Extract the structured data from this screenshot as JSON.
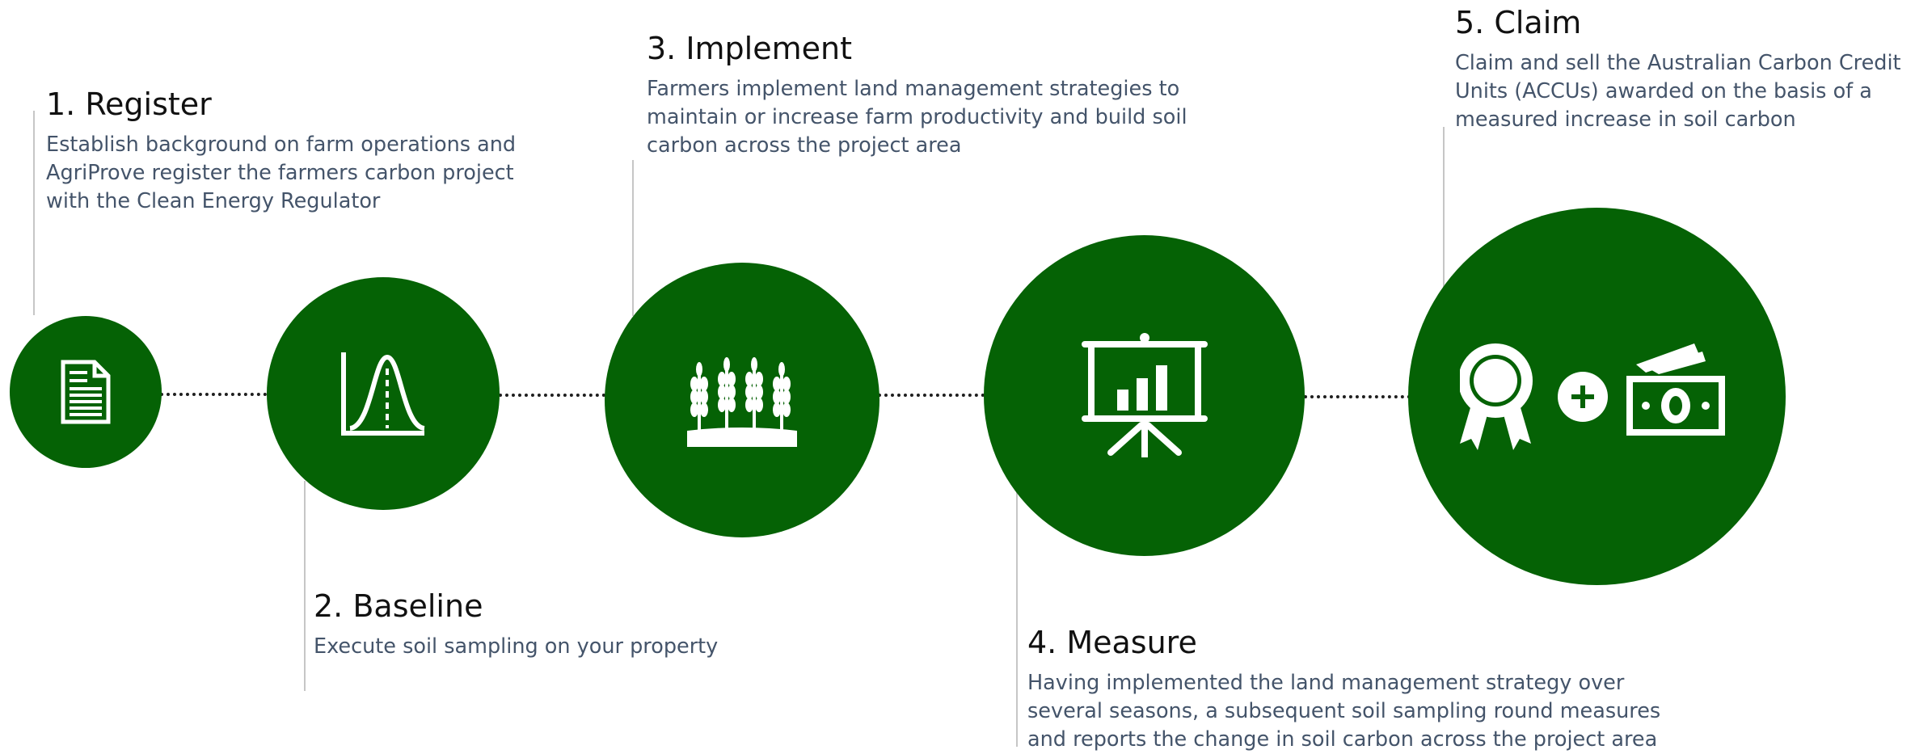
{
  "steps": [
    {
      "title": "1. Register",
      "description": "Establish background on farm operations and AgriProve register the farmers carbon project with the Clean Energy Regulator",
      "icon": "document-icon"
    },
    {
      "title": "2. Baseline",
      "description": "Execute soil sampling on your property",
      "icon": "distribution-curve-icon"
    },
    {
      "title": "3. Implement",
      "description": "Farmers implement land management strategies to maintain or increase farm productivity and build soil carbon across the project area",
      "icon": "wheat-crop-icon"
    },
    {
      "title": "4. Measure",
      "description": "Having implemented the land management strategy over several seasons, a subsequent soil sampling round measures and reports the change in soil carbon across the project area",
      "icon": "presentation-chart-icon"
    },
    {
      "title": "5. Claim",
      "description": "Claim and sell the Australian Carbon Credit Units (ACCUs) awarded on the basis of a measured increase in soil carbon",
      "icon": "award-plus-money-icon"
    }
  ],
  "colors": {
    "circle": "#056205",
    "icon": "#ffffff",
    "description_text": "#44546a",
    "connector_line": "#c6c6c6"
  }
}
